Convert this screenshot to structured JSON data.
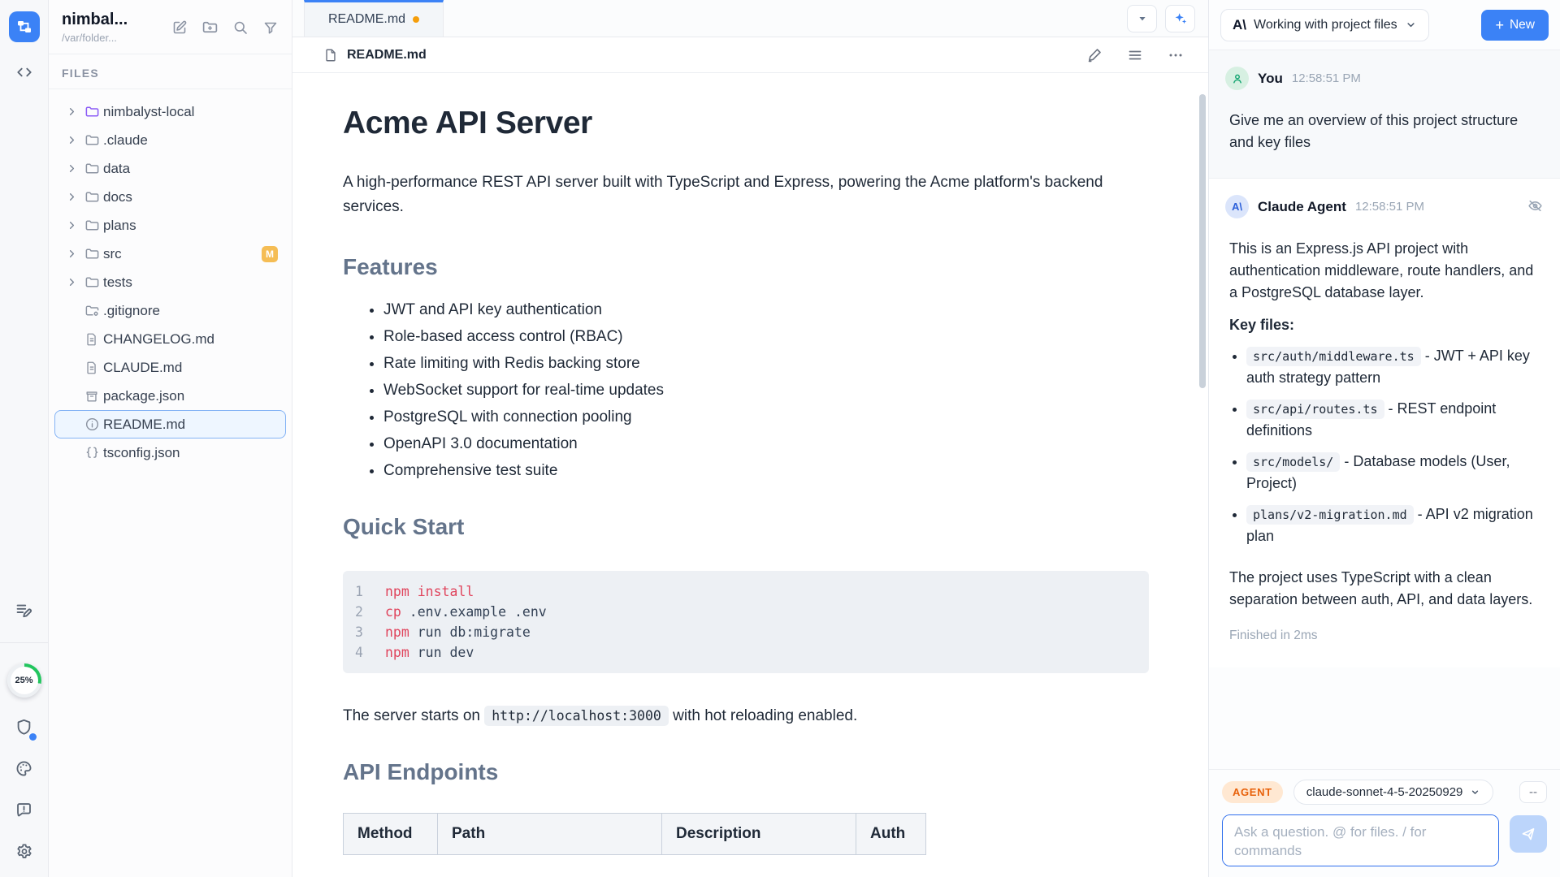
{
  "rail": {
    "progress_label": "25%"
  },
  "file_panel": {
    "title": "nimbal...",
    "path": "/var/folder...",
    "files_label": "FILES",
    "tree": [
      {
        "name": "nimbalyst-local",
        "type": "folder",
        "icon": "folder",
        "color": "purple"
      },
      {
        "name": ".claude",
        "type": "folder",
        "icon": "folder"
      },
      {
        "name": "data",
        "type": "folder",
        "icon": "folder"
      },
      {
        "name": "docs",
        "type": "folder",
        "icon": "folder"
      },
      {
        "name": "plans",
        "type": "folder",
        "icon": "folder"
      },
      {
        "name": "src",
        "type": "folder",
        "icon": "folder",
        "badge": "M"
      },
      {
        "name": "tests",
        "type": "folder",
        "icon": "folder"
      },
      {
        "name": ".gitignore",
        "type": "file",
        "icon": "folder-gear"
      },
      {
        "name": "CHANGELOG.md",
        "type": "file",
        "icon": "document"
      },
      {
        "name": "CLAUDE.md",
        "type": "file",
        "icon": "document"
      },
      {
        "name": "package.json",
        "type": "file",
        "icon": "package"
      },
      {
        "name": "README.md",
        "type": "file",
        "icon": "info",
        "selected": true
      },
      {
        "name": "tsconfig.json",
        "type": "file",
        "icon": "braces"
      }
    ]
  },
  "editor": {
    "tab": {
      "label": "README.md"
    },
    "toolbar": {
      "filename": "README.md"
    },
    "doc": {
      "title": "Acme API Server",
      "intro": "A high-performance REST API server built with TypeScript and Express, powering the Acme platform's backend services.",
      "features": {
        "title": "Features",
        "items": [
          "JWT and API key authentication",
          "Role-based access control (RBAC)",
          "Rate limiting with Redis backing store",
          "WebSocket support for real-time updates",
          "PostgreSQL with connection pooling",
          "OpenAPI 3.0 documentation",
          "Comprehensive test suite"
        ]
      },
      "quickstart": {
        "title": "Quick Start",
        "code": [
          {
            "n": "1",
            "segments": [
              {
                "t": "npm install",
                "c": "cmd"
              }
            ]
          },
          {
            "n": "2",
            "segments": [
              {
                "t": "cp",
                "c": "cmd"
              },
              {
                "t": " .env.example .env",
                "c": "arg"
              }
            ]
          },
          {
            "n": "3",
            "segments": [
              {
                "t": "npm",
                "c": "cmd"
              },
              {
                "t": " run db:migrate",
                "c": "arg"
              }
            ]
          },
          {
            "n": "4",
            "segments": [
              {
                "t": "npm",
                "c": "cmd"
              },
              {
                "t": " run dev",
                "c": "arg"
              }
            ]
          }
        ]
      },
      "server_note": {
        "prefix": "The server starts on ",
        "code": "http://localhost:3000",
        "suffix": " with hot reloading enabled."
      },
      "endpoints": {
        "title": "API Endpoints",
        "columns": [
          "Method",
          "Path",
          "Description",
          "Auth"
        ]
      }
    }
  },
  "chat": {
    "header": {
      "logo": "A\\",
      "mode_label": "Working with project files",
      "new_icon": "+",
      "new_label": "New"
    },
    "user_msg": {
      "name": "You",
      "time": "12:58:51 PM",
      "text": "Give me an overview of this project structure and key files"
    },
    "agent_msg": {
      "avatar": "A\\",
      "name": "Claude Agent",
      "time": "12:58:51 PM",
      "intro": "This is an Express.js API project with authentication middleware, route handlers, and a PostgreSQL database layer.",
      "key_files_label": "Key files:",
      "key_files": [
        {
          "code": "src/auth/middleware.ts",
          "desc": "- JWT + API key auth strategy pattern"
        },
        {
          "code": "src/api/routes.ts",
          "desc": "- REST endpoint definitions"
        },
        {
          "code": "src/models/",
          "desc": "- Database models (User, Project)"
        },
        {
          "code": "plans/v2-migration.md",
          "desc": "- API v2 migration plan"
        }
      ],
      "outro": "The project uses TypeScript with a clean separation between auth, API, and data layers.",
      "status": "Finished in 2ms"
    },
    "footer": {
      "agent_badge": "AGENT",
      "model": "claude-sonnet-4-5-20250929",
      "collapse": "--",
      "placeholder": "Ask a question. @ for files. / for commands"
    }
  }
}
